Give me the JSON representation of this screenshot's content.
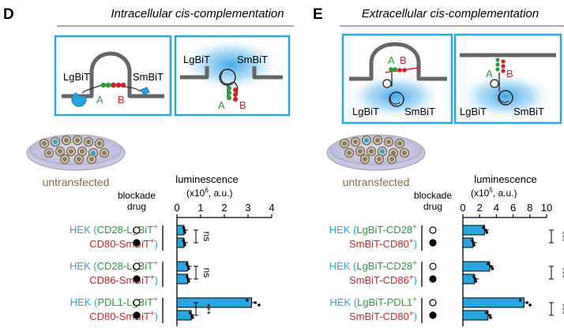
{
  "left": {
    "letter": "D",
    "title": "Intracellular cis-complementation",
    "lg": "LgBiT",
    "sm": "SmBiT",
    "a": "A",
    "b": "B",
    "untransfected": "untransfected",
    "blockade": "blockade",
    "drug": "drug",
    "axis_label": "luminescence",
    "axis_unit_pre": "(x10",
    "axis_unit_exp": "6",
    "axis_unit_post": ", a.u.)",
    "ticks": [
      "0",
      "1",
      "2",
      "3",
      "4"
    ],
    "groups": [
      {
        "l1_pre": "HEK (",
        "l1_name": "CD28-LgBiT",
        "l1_sup": "+",
        "l2_name": "CD80-SmBiT",
        "l2_sup": "+",
        "l2_post": ")",
        "sig": "ns"
      },
      {
        "l1_pre": "HEK (",
        "l1_name": "CD28-LgBiT",
        "l1_sup": "+",
        "l2_name": "CD86-SmBiT",
        "l2_sup": "+",
        "l2_post": ")",
        "sig": "ns"
      },
      {
        "l1_pre": "HEK (",
        "l1_name": "PDL1-LgBiT",
        "l1_sup": "+",
        "l2_name": "CD80-SmBiT",
        "l2_sup": "+",
        "l2_post": ")",
        "sig": "***"
      }
    ]
  },
  "right": {
    "letter": "E",
    "title": "Extracellular cis-complementation",
    "lg": "LgBiT",
    "sm": "SmBiT",
    "a": "A",
    "b": "B",
    "untransfected": "untransfected",
    "blockade": "blockade",
    "drug": "drug",
    "axis_label": "luminescence",
    "axis_unit_pre": "(x10",
    "axis_unit_exp": "5",
    "axis_unit_post": ", a.u.)",
    "ticks": [
      "0",
      "2",
      "4",
      "6",
      "8",
      "10"
    ],
    "groups": [
      {
        "l1_pre": "HEK (",
        "l1_name": "LgBiT-CD28",
        "l1_sup": "+",
        "l2_name": "SmBiT-CD80",
        "l2_sup": "+",
        "l2_post": ")",
        "sig": "***"
      },
      {
        "l1_pre": "HEK (",
        "l1_name": "LgBiT-CD28",
        "l1_sup": "+",
        "l2_name": "SmBiT-CD86",
        "l2_sup": "+",
        "l2_post": ")",
        "sig": "***"
      },
      {
        "l1_pre": "HEK (",
        "l1_name": "LgBiT-PDL1",
        "l1_sup": "+",
        "l2_name": "SmBiT-CD80",
        "l2_sup": "+",
        "l2_post": ")",
        "sig": "***"
      }
    ]
  },
  "chart_data": [
    {
      "type": "bar",
      "orientation": "horizontal",
      "ylabel": "luminescence (x10^6, a.u.)",
      "xlim": [
        0,
        4
      ],
      "categories": [
        "CD28-LgBiT/CD80-SmBiT",
        "CD28-LgBiT/CD86-SmBiT",
        "PDL1-LgBiT/CD80-SmBiT"
      ],
      "series": [
        {
          "name": "blockade drug −",
          "values": [
            0.3,
            0.45,
            3.15
          ]
        },
        {
          "name": "blockade drug +",
          "values": [
            0.3,
            0.45,
            0.6
          ]
        }
      ],
      "significance": [
        "ns",
        "ns",
        "***"
      ]
    },
    {
      "type": "bar",
      "orientation": "horizontal",
      "ylabel": "luminescence (x10^5, a.u.)",
      "xlim": [
        0,
        10
      ],
      "categories": [
        "LgBiT-CD28/SmBiT-CD80",
        "LgBiT-CD28/SmBiT-CD86",
        "LgBiT-PDL1/SmBiT-CD80"
      ],
      "series": [
        {
          "name": "blockade drug −",
          "values": [
            2.6,
            3.2,
            7.3
          ]
        },
        {
          "name": "blockade drug +",
          "values": [
            1.2,
            1.4,
            3.0
          ]
        }
      ],
      "significance": [
        "***",
        "***",
        "***"
      ]
    }
  ]
}
